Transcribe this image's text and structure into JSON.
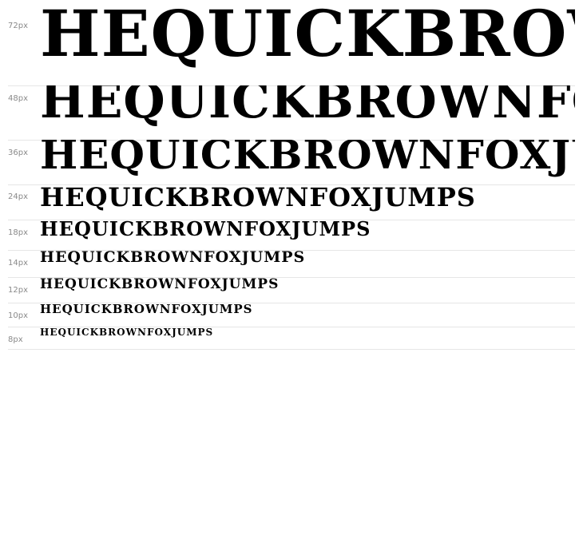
{
  "colors": {
    "background": "#ffffff",
    "label": "#8a8a8a",
    "glyph": "#000000",
    "divider": "#e6e6e6"
  },
  "preview_text": "HEQUICKBROWNFOXJUMPS",
  "rows": [
    {
      "size_label": "72px"
    },
    {
      "size_label": "48px"
    },
    {
      "size_label": "36px"
    },
    {
      "size_label": "24px"
    },
    {
      "size_label": "18px"
    },
    {
      "size_label": "14px"
    },
    {
      "size_label": "12px"
    },
    {
      "size_label": "10px"
    },
    {
      "size_label": "8px"
    }
  ]
}
